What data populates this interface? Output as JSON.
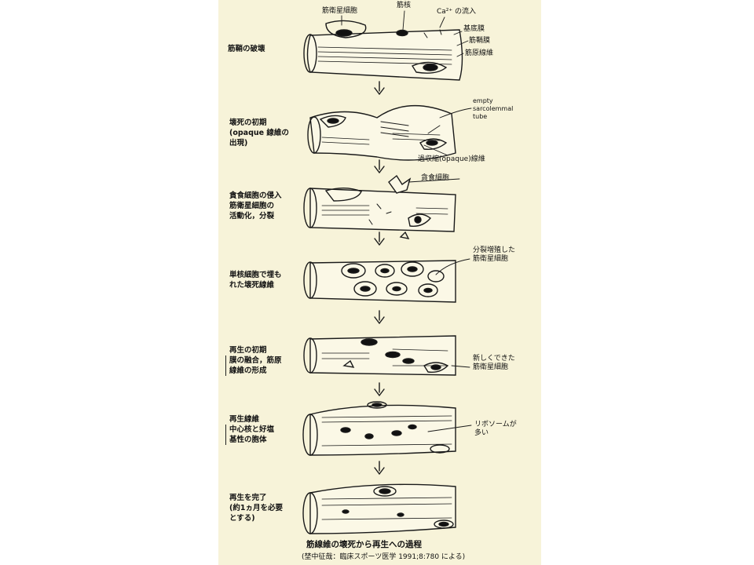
{
  "stages": [
    {
      "label": "筋鞘の破壊"
    },
    {
      "label": [
        "壊死の初期",
        "(opaque 線維の",
        "出現)"
      ]
    },
    {
      "label": [
        "貪食細胞の侵入",
        "筋衛星細胞の",
        "活動化，分裂"
      ]
    },
    {
      "label": [
        "単核細胞で埋も",
        "れた壊死線維"
      ]
    },
    {
      "label": [
        "再生の初期",
        "膜の融合，筋原",
        "線維の形成"
      ]
    },
    {
      "label": [
        "再生線維",
        "中心核と好塩",
        "基性の胞体"
      ]
    },
    {
      "label": [
        "再生を完了",
        "(約1ヵ月を必要",
        "とする)"
      ]
    }
  ],
  "annotations": {
    "satellite_cell": "筋衛星細胞",
    "nucleus": "筋核",
    "ca_influx": "Ca²⁺ の流入",
    "basement_membrane": "基底膜",
    "sarcolemma": "筋鞘膜",
    "myofibril": "筋原線維",
    "empty_tube": [
      "empty",
      "sarcolemmal",
      "tube"
    ],
    "opaque_fiber": "過収縮(opaque)線維",
    "phagocyte": "貪食細胞",
    "proliferating_satellite": [
      "分裂増殖した",
      "筋衛星細胞"
    ],
    "new_satellite": [
      "新しくできた",
      "筋衛星細胞"
    ],
    "ribosomes": [
      "リボソームが",
      "多い"
    ]
  },
  "caption": {
    "title": "筋線維の壊死から再生への過程",
    "source": "(埜中征哉：臨床スポーツ医学 1991;8:780 による)"
  },
  "colors": {
    "background": "#f7f3d9",
    "ink": "#111111"
  }
}
